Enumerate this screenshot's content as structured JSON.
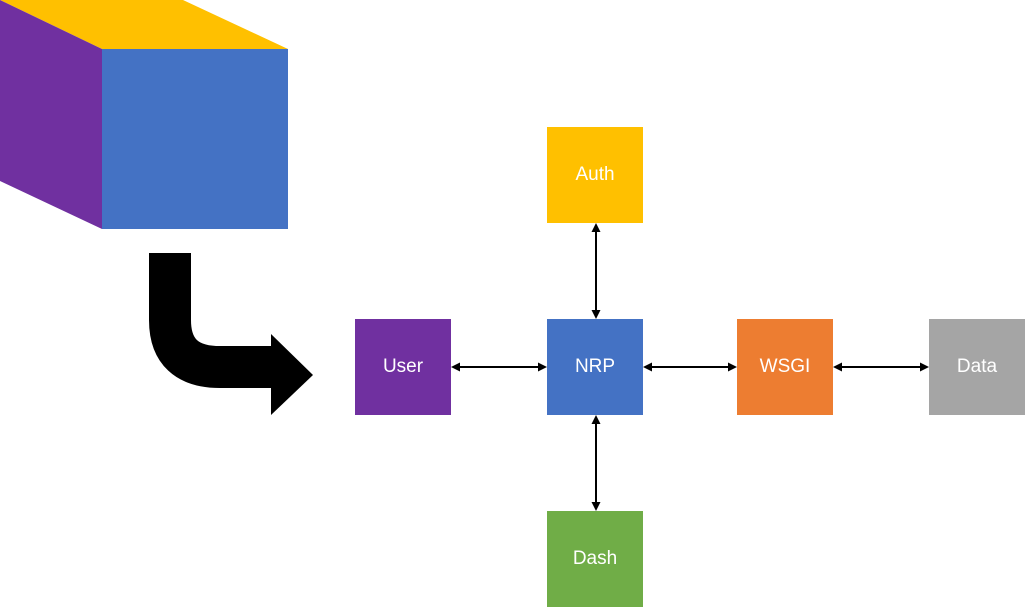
{
  "diagram": {
    "nodes": [
      {
        "id": "auth",
        "label": "Auth",
        "color": "#FFC000"
      },
      {
        "id": "user",
        "label": "User",
        "color": "#7030A0"
      },
      {
        "id": "nrp",
        "label": "NRP",
        "color": "#4472C4"
      },
      {
        "id": "wsgi",
        "label": "WSGI",
        "color": "#ED7D31"
      },
      {
        "id": "data",
        "label": "Data",
        "color": "#A5A5A5"
      },
      {
        "id": "dash",
        "label": "Dash",
        "color": "#70AD47"
      }
    ],
    "edges": [
      {
        "from": "nrp",
        "to": "auth",
        "direction": "both"
      },
      {
        "from": "nrp",
        "to": "user",
        "direction": "both"
      },
      {
        "from": "nrp",
        "to": "wsgi",
        "direction": "both"
      },
      {
        "from": "wsgi",
        "to": "data",
        "direction": "both"
      },
      {
        "from": "nrp",
        "to": "dash",
        "direction": "both"
      }
    ],
    "cube": {
      "top_color": "#FFC000",
      "side_color": "#7030A0",
      "front_color": "#4472C4"
    },
    "flow_arrow": {
      "icon": "curved-arrow-right-icon",
      "color": "#000000"
    }
  }
}
